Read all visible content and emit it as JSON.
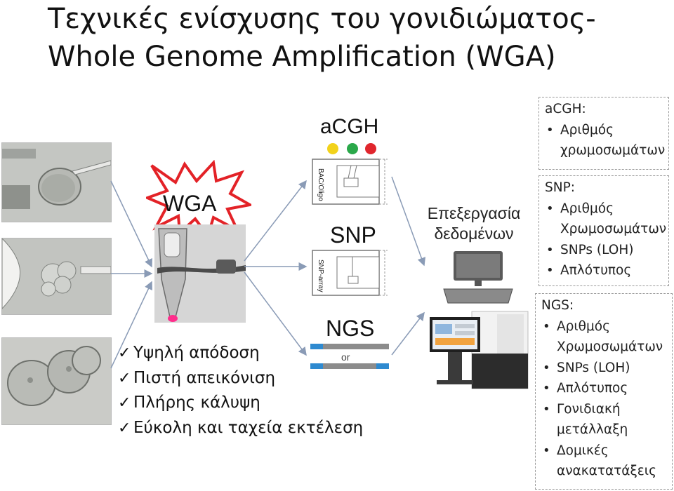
{
  "title": {
    "line1": "Τεχνικές ενίσχυσης του γονιδιώματος-",
    "line2": "Whole Genome Amplification (WGA)"
  },
  "wga_label": "WGA",
  "methods": {
    "acgh": "aCGH",
    "snp": "SNP",
    "ngs": "NGS",
    "bac_oligo": "BAC/Oligo",
    "snp_array": "SNP-array",
    "or_text": "or",
    "dot_colors": [
      "#f2d21b",
      "#2aa84a",
      "#e0262d"
    ]
  },
  "processing": {
    "label_line1": "Επεξεργασία",
    "label_line2": "δεδομένων"
  },
  "advantages": [
    "Υψηλή απόδοση",
    "Πιστή απεικόνιση",
    "Πλήρης κάλυψη",
    "Εύκολη και ταχεία εκτέλεση"
  ],
  "results": {
    "acgh": {
      "head": "aCGH:",
      "items": [
        "Αριθμός χρωμοσωμάτων"
      ]
    },
    "snp": {
      "head": "SNP:",
      "items": [
        "Αριθμός Χρωμοσωμάτων",
        "SNPs (LOH)",
        "Απλότυπος"
      ]
    },
    "ngs": {
      "head": "NGS:",
      "items": [
        "Αριθμός Χρωμοσωμάτων",
        "SNPs (LOH)",
        "Απλότυπος",
        "Γονιδιακή μετάλλαξη",
        "Δομικές ανακατατάξεις"
      ]
    }
  },
  "colors": {
    "arrow": "#8a9bb6",
    "starburst": "#e32227",
    "ngs_bar_blue": "#2e8ad0",
    "ngs_bar_gray": "#8c8c8c",
    "tube_tip": "#ff2d8c"
  }
}
